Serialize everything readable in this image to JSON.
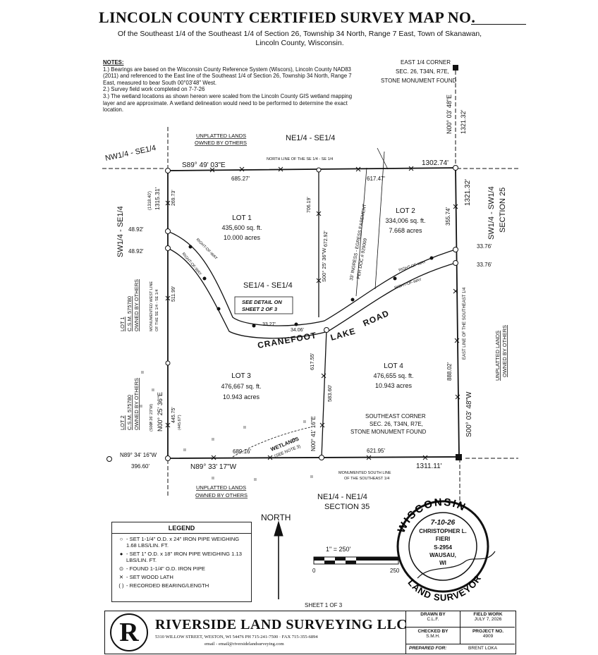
{
  "header": {
    "title": "LINCOLN COUNTY CERTIFIED SURVEY MAP NO.",
    "subtitle_line1": "Of the Southeast 1/4 of the Southeast 1/4 of Section 26, Township 34 North, Range 7 East, Town of Skanawan,",
    "subtitle_line2": "Lincoln County, Wisconsin."
  },
  "notes": {
    "heading": "NOTES:",
    "items": [
      "1.) Bearings are based on the Wisconsin County Reference System (Wiscors), Lincoln County NAD83 (2011) and referenced to the East line of the Southeast 1/4 of Section 26, Township 34 North, Range 7 East, measured to bear South 00°03'48\" West.",
      "2.) Survey field work completed on 7-7-26",
      "3.) The wetland locations as shown hereon were scaled from the Lincoln County GIS wetland mapping layer and are approximate. A wetland delineation would need to be performed to determine the exact location."
    ]
  },
  "map": {
    "corner_ne_label": [
      "EAST 1/4 CORNER",
      "SEC. 26, T34N, R7E,",
      "STONE MONUMENT FOUND"
    ],
    "corner_se_label": [
      "SOUTHEAST CORNER",
      "SEC. 26, T34N, R7E,",
      "STONE MONUMENT FOUND"
    ],
    "quarter_nw": "NW1/4 - SE1/4",
    "quarter_n": "NE1/4 - SE1/4",
    "quarter_w": "SW1/4 - SE1/4",
    "quarter_e": "SW1/4 - SW1/4",
    "section_e": "SECTION 25",
    "quarter_center": "SE1/4 - SE1/4",
    "quarter_s": "NE1/4 - NE1/4",
    "section_s": "SECTION 35",
    "unplatted_n": [
      "UNPLATTED LANDS",
      "OWNED BY OTHERS"
    ],
    "unplatted_s": [
      "UNPLATTED LANDS",
      "OWNED BY OTHERS"
    ],
    "unplatted_e": [
      "UNPLATTED LANDS",
      "OWNED BY OTHERS"
    ],
    "lot1_csm": [
      "LOT 1",
      "C.S.M. 575780",
      "OWNED BY OTHERS"
    ],
    "lot2_csm": [
      "LOT 2",
      "C.S.M. 575780",
      "OWNED BY OTHERS"
    ],
    "north_line_label": "NORTH LINE OF THE SE 1/4 - SE 1/4",
    "west_line_label": [
      "MONUMENTED WEST LINE",
      "OF THE SE 1/4 - SE 1/4"
    ],
    "south_line_label": [
      "MONUMENTED SOUTH LINE",
      "OF THE SOUTHEAST 1/4"
    ],
    "east_line_label": "EAST LINE OF THE SOUTHEAST 1/4",
    "easement": [
      "33' INGRESS - EGRESS EASEMENT",
      "PER DOC # 929009"
    ],
    "row_label": "RIGHT-OF-WAY",
    "road_name": [
      "CRANEFOOT",
      "LAKE",
      "ROAD"
    ],
    "detail_note": [
      "SEE DETAIL ON",
      "SHEET 2 OF 3"
    ],
    "wetlands": [
      "WETLANDS",
      "(SEE NOTE 3)"
    ],
    "north_arrow": "NORTH",
    "scale_text": "1\" = 250'",
    "scale_zero": "0",
    "scale_end": "250",
    "dims": {
      "n_bearing": "S89° 49' 03\"E",
      "n_total": "1302.74'",
      "n_seg1": "685.27'",
      "n_seg2": "617.47'",
      "e_top": "N00° 03' 48\"E",
      "e_top_dist": "1321.32'",
      "e_lot2": "1321.32'",
      "e_lot2b": "355.74'",
      "e_row1": "33.76'",
      "e_row2": "33.76'",
      "e_bottom": "S00° 03' 48\"W",
      "e_lot4": "888.02'",
      "w_top_rec": "(1318.40')",
      "w_top": "1315.31'",
      "w_lot1": "269.73'",
      "w_row1": "48.92'",
      "w_row2": "48.92'",
      "w_mid": "511.99'",
      "w_bearing": "N00° 25' 36\"E",
      "w_lot3": "445.75'",
      "w_lot3_rec": "(445.67')",
      "w_rec_bearing": "(S00° 26' 23\"W)",
      "mid_top1": "706.19'",
      "mid_top2": "672.92'",
      "mid_bearing": "S00° 25' 36\"W",
      "row_33": "33.27'",
      "row_34": "34.06'",
      "mid_lower1": "617.55'",
      "mid_lower2": "583.60'",
      "mid_lower_bearing": "N00° 41' 16\"E",
      "s_seg1": "689.16'",
      "s_seg2": "621.95'",
      "s_total": "1311.11'",
      "s_bearing": "N89° 33' 17\"W",
      "s_west_bearing": "N89° 34' 16\"W",
      "s_west_dist": "396.60'"
    },
    "lots": [
      {
        "name": "LOT 1",
        "sqft": "435,600 sq. ft.",
        "acres": "10.000 acres"
      },
      {
        "name": "LOT 2",
        "sqft": "334,006 sq. ft.",
        "acres": "7.668 acres"
      },
      {
        "name": "LOT 3",
        "sqft": "476,667 sq. ft.",
        "acres": "10.943 acres"
      },
      {
        "name": "LOT 4",
        "sqft": "476,655 sq. ft.",
        "acres": "10.943 acres"
      }
    ]
  },
  "legend": {
    "title": "LEGEND",
    "items": [
      {
        "symbol": "○",
        "text": "- SET 1-1/4\" O.D. x 24\" IRON PIPE WEIGHING 1.68 LBS/LIN. FT."
      },
      {
        "symbol": "●",
        "text": "- SET 1\" O.D. x 18\" IRON PIPE WEIGHING 1.13 LBS/LIN. FT."
      },
      {
        "symbol": "⊙",
        "text": "- FOUND 1-1/4\" O.D. IRON PIPE"
      },
      {
        "symbol": "✕",
        "text": "- SET WOOD LATH"
      },
      {
        "symbol": "( )",
        "text": "- RECORDED BEARING/LENGTH"
      }
    ]
  },
  "seal": {
    "state": "WISCONSIN",
    "date": "7-10-26",
    "name1": "CHRISTOPHER L.",
    "name2": "FIERI",
    "license": "S-2954",
    "city": "WAUSAU,",
    "st": "WI",
    "bottom": "LAND SURVEYOR"
  },
  "footer": {
    "sheet": "SHEET 1 OF 3",
    "logo_letter": "R",
    "company": "RIVERSIDE LAND SURVEYING LLC",
    "address": "5310 WILLOW STREET,  WESTON, WI 54476   PH 715-241-7500  ·  FAX 715-355-6894",
    "email": "email - email@riversidelandsurveying.com",
    "drawn_by_label": "DRAWN BY",
    "drawn_by": "C.L.F.",
    "checked_by_label": "CHECKED BY",
    "checked_by": "S.M.H.",
    "prepared_for_label": "PREPARED FOR:",
    "prepared_for": "BRENT LOKA",
    "field_work_label": "FIELD WORK",
    "field_work": "JULY 7, 2026",
    "project_no_label": "PROJECT NO.",
    "project_no": "4909"
  }
}
